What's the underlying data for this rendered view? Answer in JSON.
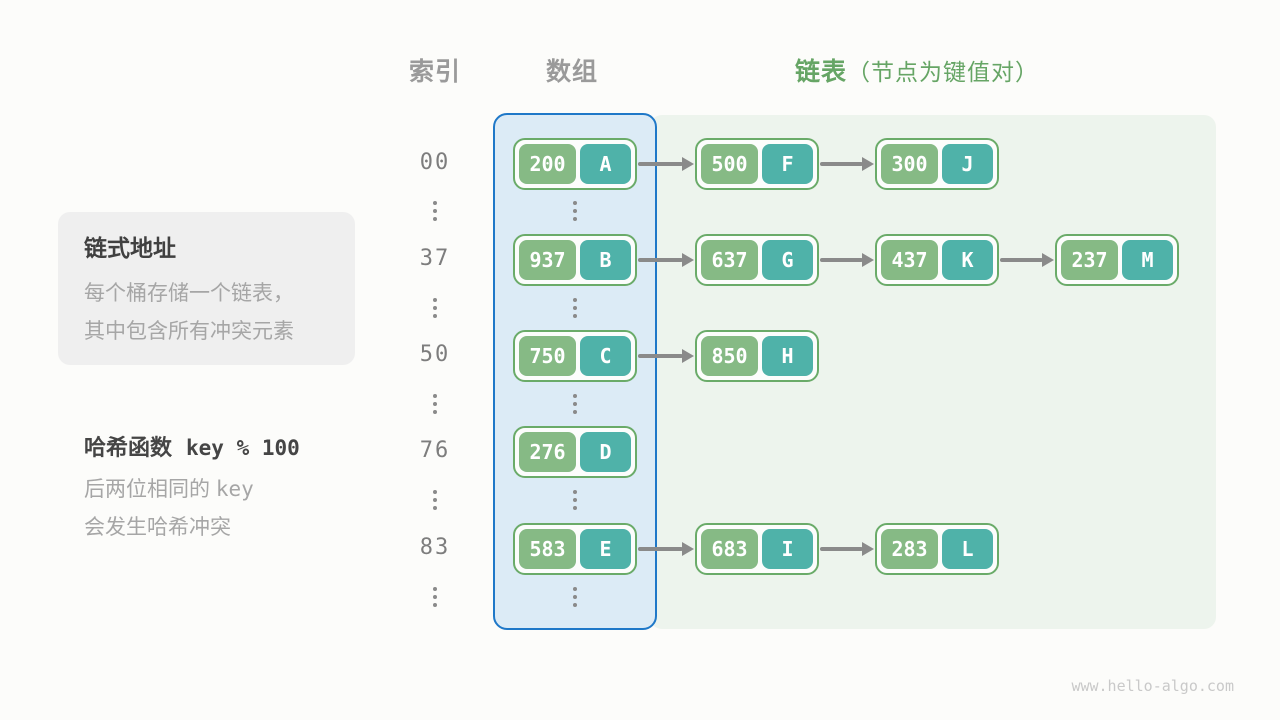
{
  "header": {
    "index_label": "索引",
    "array_label": "数组",
    "list_label": "链表",
    "list_note": "（节点为键值对）"
  },
  "info_box": {
    "title": "链式地址",
    "line1": "每个桶存储一个链表，",
    "line2": "其中包含所有冲突元素"
  },
  "hash_note": {
    "title": "哈希函数",
    "expr": "key % 100",
    "line2_prefix": "后两位相同的 ",
    "line2_code": "key",
    "line3": "会发生哈希冲突"
  },
  "buckets": [
    {
      "index": "00",
      "chain": [
        {
          "key": "200",
          "value": "A"
        },
        {
          "key": "500",
          "value": "F"
        },
        {
          "key": "300",
          "value": "J"
        }
      ]
    },
    {
      "index": "37",
      "chain": [
        {
          "key": "937",
          "value": "B"
        },
        {
          "key": "637",
          "value": "G"
        },
        {
          "key": "437",
          "value": "K"
        },
        {
          "key": "237",
          "value": "M"
        }
      ]
    },
    {
      "index": "50",
      "chain": [
        {
          "key": "750",
          "value": "C"
        },
        {
          "key": "850",
          "value": "H"
        }
      ]
    },
    {
      "index": "76",
      "chain": [
        {
          "key": "276",
          "value": "D"
        }
      ]
    },
    {
      "index": "83",
      "chain": [
        {
          "key": "583",
          "value": "E"
        },
        {
          "key": "683",
          "value": "I"
        },
        {
          "key": "283",
          "value": "L"
        }
      ]
    }
  ],
  "watermark": "www.hello-algo.com",
  "colors": {
    "key_green": "#86ba85",
    "value_teal": "#4fb2a9",
    "node_border": "#6aab69",
    "array_bg": "#dcebf6",
    "array_border": "#1f78c8",
    "list_bg": "#edf4ed",
    "accent_green": "#66a565",
    "header_gray": "#9a9a9a"
  }
}
